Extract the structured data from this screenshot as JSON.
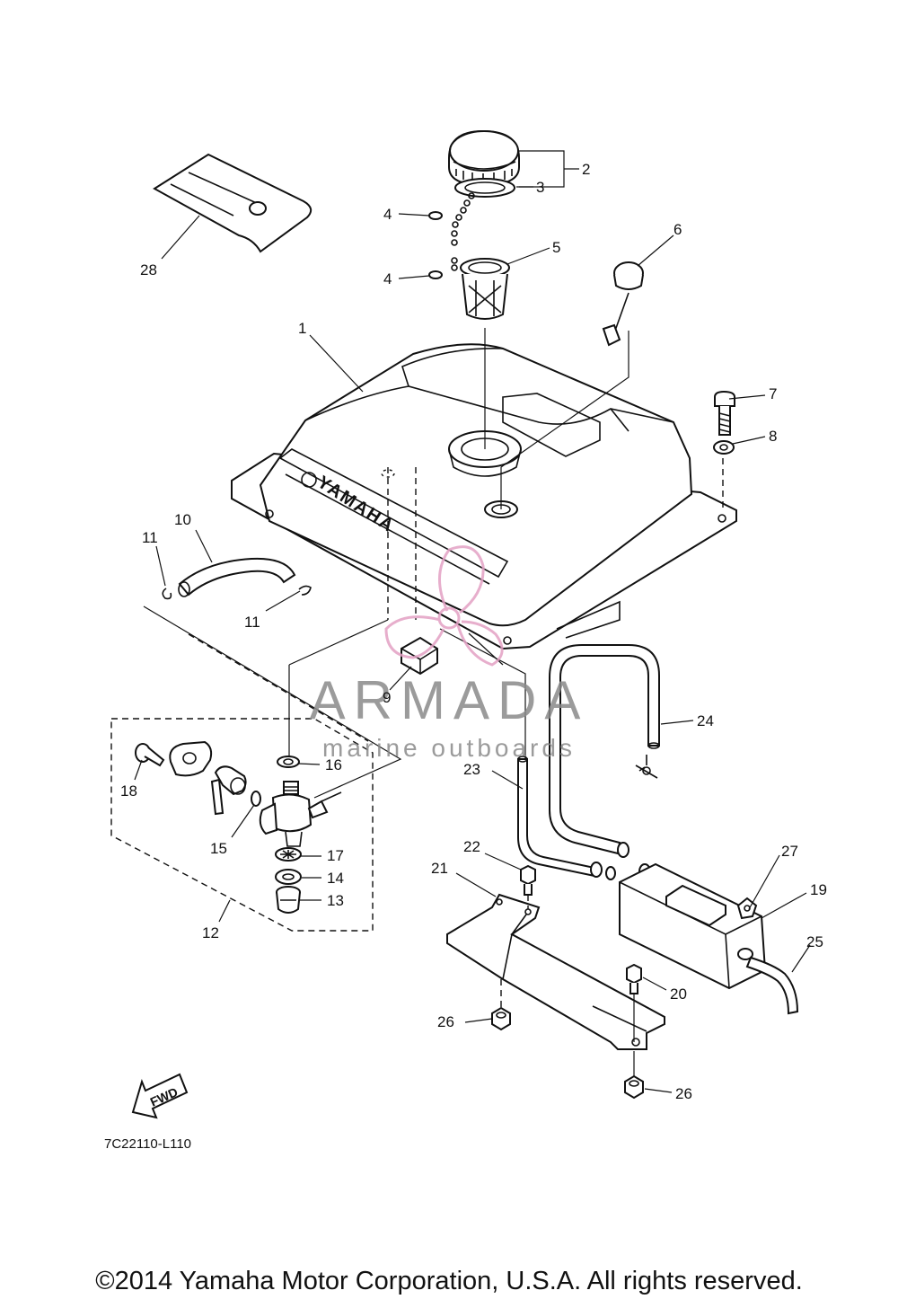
{
  "diagram_code": "7C22110-L110",
  "copyright": "©2014 Yamaha Motor Corporation, U.S.A. All rights reserved.",
  "watermark": {
    "title": "ARMADA",
    "subtitle": "marine outboards",
    "logo_color": "#e3a1c4",
    "text_color": "#8a8a8a"
  },
  "tank_brand": "YAMAHA",
  "fwd_label": "FWD",
  "part_labels": {
    "p1": "1",
    "p2": "2",
    "p3": "3",
    "p4a": "4",
    "p4b": "4",
    "p5": "5",
    "p6": "6",
    "p7": "7",
    "p8": "8",
    "p9": "9",
    "p10": "10",
    "p11a": "11",
    "p11b": "11",
    "p12": "12",
    "p13": "13",
    "p14": "14",
    "p15": "15",
    "p16": "16",
    "p17": "17",
    "p18": "18",
    "p19": "19",
    "p20": "20",
    "p21": "21",
    "p22": "22",
    "p23": "23",
    "p24": "24",
    "p25": "25",
    "p26a": "26",
    "p26b": "26",
    "p27": "27",
    "p28": "28"
  }
}
